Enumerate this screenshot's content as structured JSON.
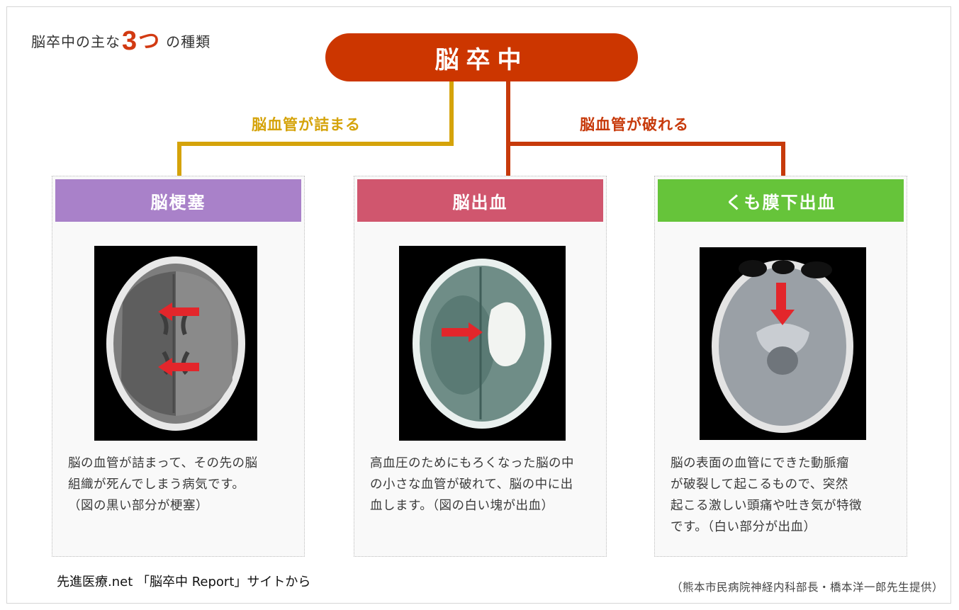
{
  "heading": {
    "prefix": "脳卒中の主な",
    "number": "3",
    "counter": "つ",
    "suffix": "の種類"
  },
  "root": {
    "label": "脳卒中"
  },
  "branches": {
    "blocked": {
      "label": "脳血管が詰まる",
      "color": "#d5a30a"
    },
    "ruptured": {
      "label": "脳血管が破れる",
      "color": "#c73a0b"
    }
  },
  "cards": [
    {
      "title": "脳梗塞",
      "color": "#a981c9",
      "description": "脳の血管が詰まって、その先の脳\n組織が死んでしまう病気です。\n（図の黒い部分が梗塞）"
    },
    {
      "title": "脳出血",
      "color": "#d0566e",
      "description": "高血圧のためにもろくなった脳の中\nの小さな血管が破れて、脳の中に出\n血します。（図の白い塊が出血）"
    },
    {
      "title": "くも膜下出血",
      "color": "#66c43a",
      "description": "脳の表面の血管にできた動脈瘤\nが破裂して起こるもので、突然\n起こる激しい頭痛や吐き気が特徴\nです。（白い部分が出血）"
    }
  ],
  "footer": {
    "source": "先進医療.net 「脳卒中 Report」サイトから",
    "credit": "（熊本市民病院神経内科部長・橋本洋一郎先生提供）"
  }
}
